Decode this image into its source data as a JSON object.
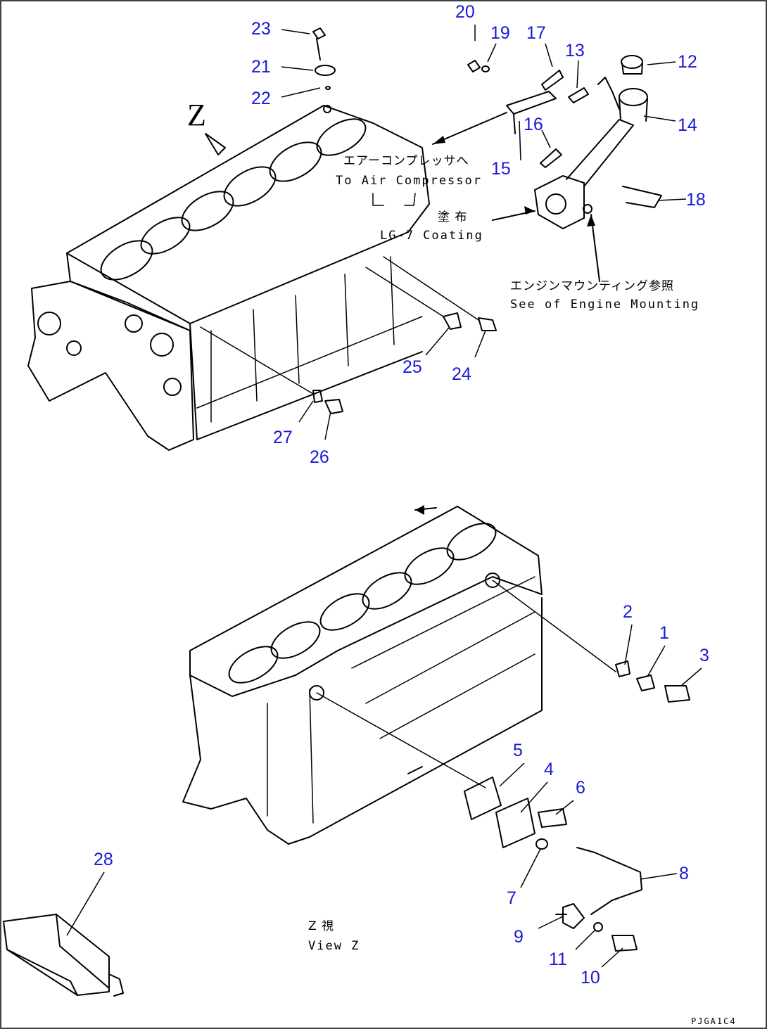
{
  "drawing": {
    "code": "PJGA1C4",
    "view_letter": "Z"
  },
  "notes": {
    "air_compressor_jp": "エアーコンプレッサへ",
    "air_compressor_en": "To Air Compressor",
    "coating_jp": "塗 布",
    "coating_en": "LG-7 Coating",
    "engine_mounting_jp": "エンジンマウンティング参照",
    "engine_mounting_en": "See of Engine Mounting",
    "view_z_jp": "Z 視",
    "view_z_en": "View Z"
  },
  "callouts": {
    "c1": "1",
    "c2": "2",
    "c3": "3",
    "c4": "4",
    "c5": "5",
    "c6": "6",
    "c7": "7",
    "c8": "8",
    "c9": "9",
    "c10": "10",
    "c11": "11",
    "c12": "12",
    "c13": "13",
    "c14": "14",
    "c15": "15",
    "c16": "16",
    "c17": "17",
    "c18": "18",
    "c19": "19",
    "c20": "20",
    "c21": "21",
    "c22": "22",
    "c23": "23",
    "c24": "24",
    "c25": "25",
    "c26": "26",
    "c27": "27",
    "c28": "28"
  },
  "colors": {
    "callout": "#1a1ad4",
    "linework": "#000000",
    "background": "#ffffff"
  }
}
